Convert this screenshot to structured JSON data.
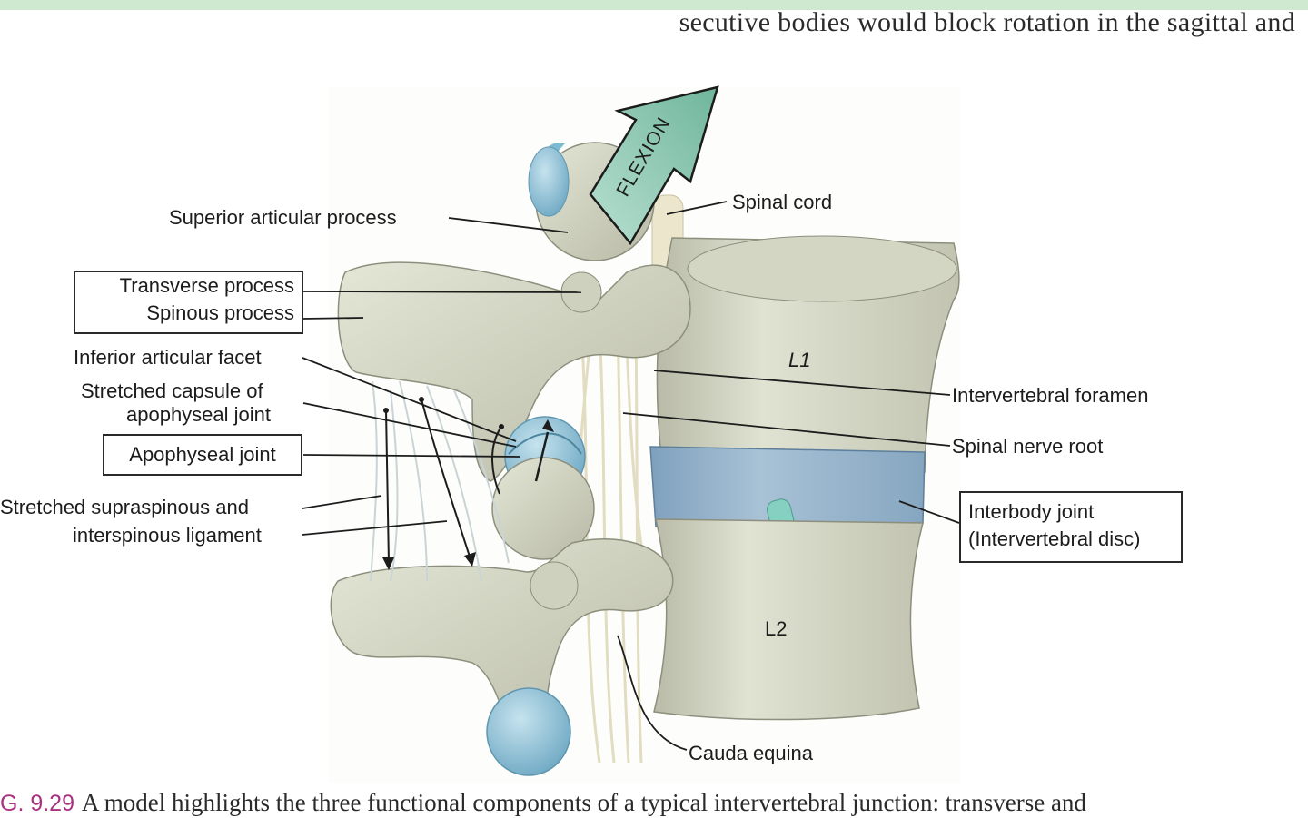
{
  "page": {
    "top_text": "secutive bodies would block rotation in the sagittal and",
    "caption_number": "G. 9.29",
    "caption_text": "A model highlights the three functional components of a typical intervertebral junction: transverse and"
  },
  "figure": {
    "arrow_label": "FLEXION",
    "vertebra_labels": {
      "upper": "L1",
      "lower": "L2"
    },
    "labels": {
      "superior_articular_process": "Superior articular process",
      "spinal_cord": "Spinal cord",
      "transverse_process": "Transverse process",
      "spinous_process": "Spinous process",
      "inferior_articular_facet": "Inferior articular facet",
      "stretched_capsule_line1": "Stretched capsule of",
      "stretched_capsule_line2": "apophyseal joint",
      "apophyseal_joint": "Apophyseal joint",
      "stretched_ligament_line1": "Stretched supraspinous and",
      "stretched_ligament_line2": "interspinous ligament",
      "intervertebral_foramen": "Intervertebral foramen",
      "spinal_nerve_root": "Spinal nerve root",
      "interbody_joint_line1": "Interbody joint",
      "interbody_joint_line2": "(Intervertebral disc)",
      "cauda_equina": "Cauda equina"
    },
    "colors": {
      "bone": "#d6d8c6",
      "bone_shadow": "#a9ab96",
      "cartilage": "#8fc3d6",
      "disc": "#9fbad0",
      "arrow": "#8fc9b4",
      "nerve": "#ebe6cf",
      "caption_accent": "#a8327f",
      "top_band": "#cfe8d0"
    }
  }
}
